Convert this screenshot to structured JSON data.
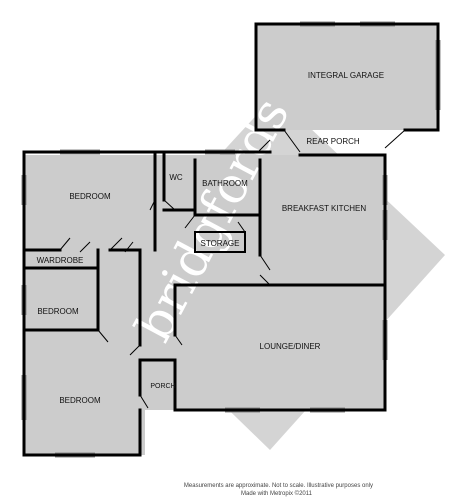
{
  "rooms": {
    "garage": "INTEGRAL GARAGE",
    "rear_porch": "REAR PORCH",
    "wc": "WC",
    "bathroom": "BATHROOM",
    "bedroom_1": "BEDROOM",
    "breakfast_kitchen": "BREAKFAST KITCHEN",
    "storage": "STORAGE",
    "wardrobe": "WARDROBE",
    "bedroom_2": "BEDROOM",
    "lounge_diner": "LOUNGE/DINER",
    "porch": "PORCH",
    "bedroom_3": "BEDROOM"
  },
  "watermark": "bridgfords",
  "footer": {
    "line1": "Measurements are approximate.  Not to scale.  Illustrative purposes only",
    "line2": "Made with Metropix ©2011"
  },
  "colors": {
    "floor": "#cccccc",
    "wall": "#000000",
    "watermark_band": "#cfcfcf"
  }
}
